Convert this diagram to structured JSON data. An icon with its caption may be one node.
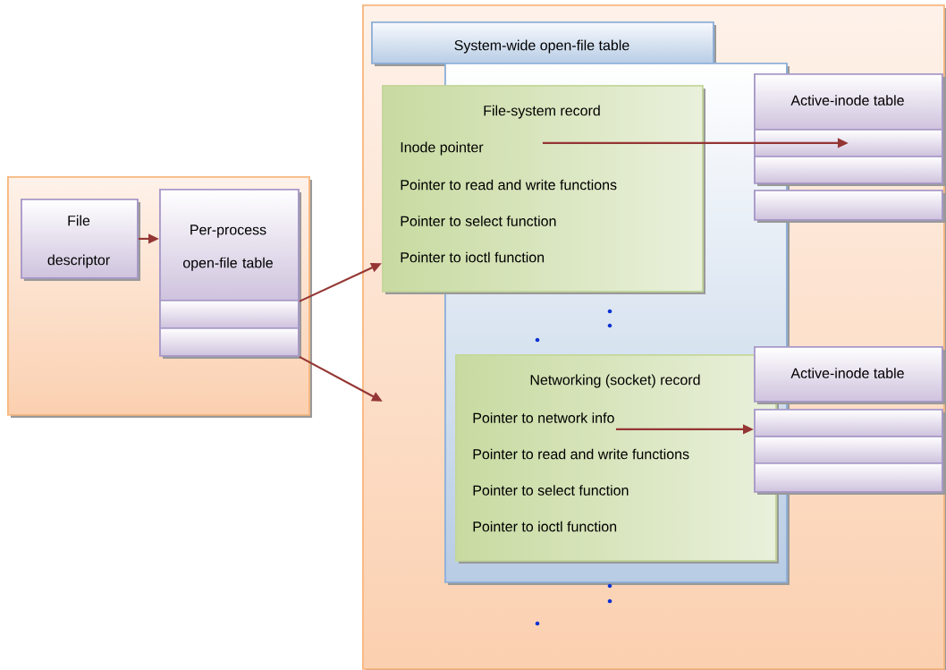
{
  "diagram": {
    "nodes": [
      {
        "text": [],
        "shape": "box"
      },
      {
        "text": [
          "File descriptor"
        ],
        "in": 0
      },
      {
        "text": [
          "Per-process open-file table"
        ],
        "in": 0
      },
      {
        "text": [],
        "shape": "box",
        "in": 0
      },
      {
        "text": [],
        "shape": "box",
        "in": 0
      },
      {
        "text": [],
        "shape": "box"
      },
      {
        "text": [
          "System-wide open-file table"
        ],
        "in": 5
      },
      {
        "text": [],
        "shape": "box",
        "in": 5
      },
      {
        "text": [
          "File-system record",
          "Inode pointer",
          "Pointer to read and write functions",
          "Pointer to select function",
          "Pointer to ioctl function"
        ],
        "in": 5
      },
      {
        "text": [
          "Active-inode table"
        ],
        "in": 5
      },
      {
        "text": [],
        "shape": "box",
        "in": 5
      },
      {
        "text": [],
        "shape": "box",
        "in": 5
      },
      {
        "text": [],
        "shape": "box",
        "in": 5
      },
      {
        "text": [
          "Networking (socket) record",
          "Pointer to network info",
          "Pointer to read and write functions",
          "Pointer to select function",
          "Pointer to ioctl function"
        ],
        "in": 7
      },
      {
        "text": [
          "Active-inode table"
        ],
        "in": 5
      },
      {
        "text": [],
        "shape": "box",
        "in": 5
      },
      {
        "text": [],
        "shape": "box",
        "in": 5
      },
      {
        "text": [],
        "shape": "box",
        "in": 5
      }
    ],
    "edges": [
      {
        "from": 1,
        "to": 2,
        "arrow": "to"
      },
      {
        "from": 2,
        "to": 8,
        "arrow": "to"
      },
      {
        "from": 4,
        "to": 5,
        "arrow": "to"
      },
      {
        "from": 8,
        "to": 10,
        "arrow": "to"
      },
      {
        "from": 13,
        "to": 15,
        "arrow": "to"
      }
    ]
  }
}
